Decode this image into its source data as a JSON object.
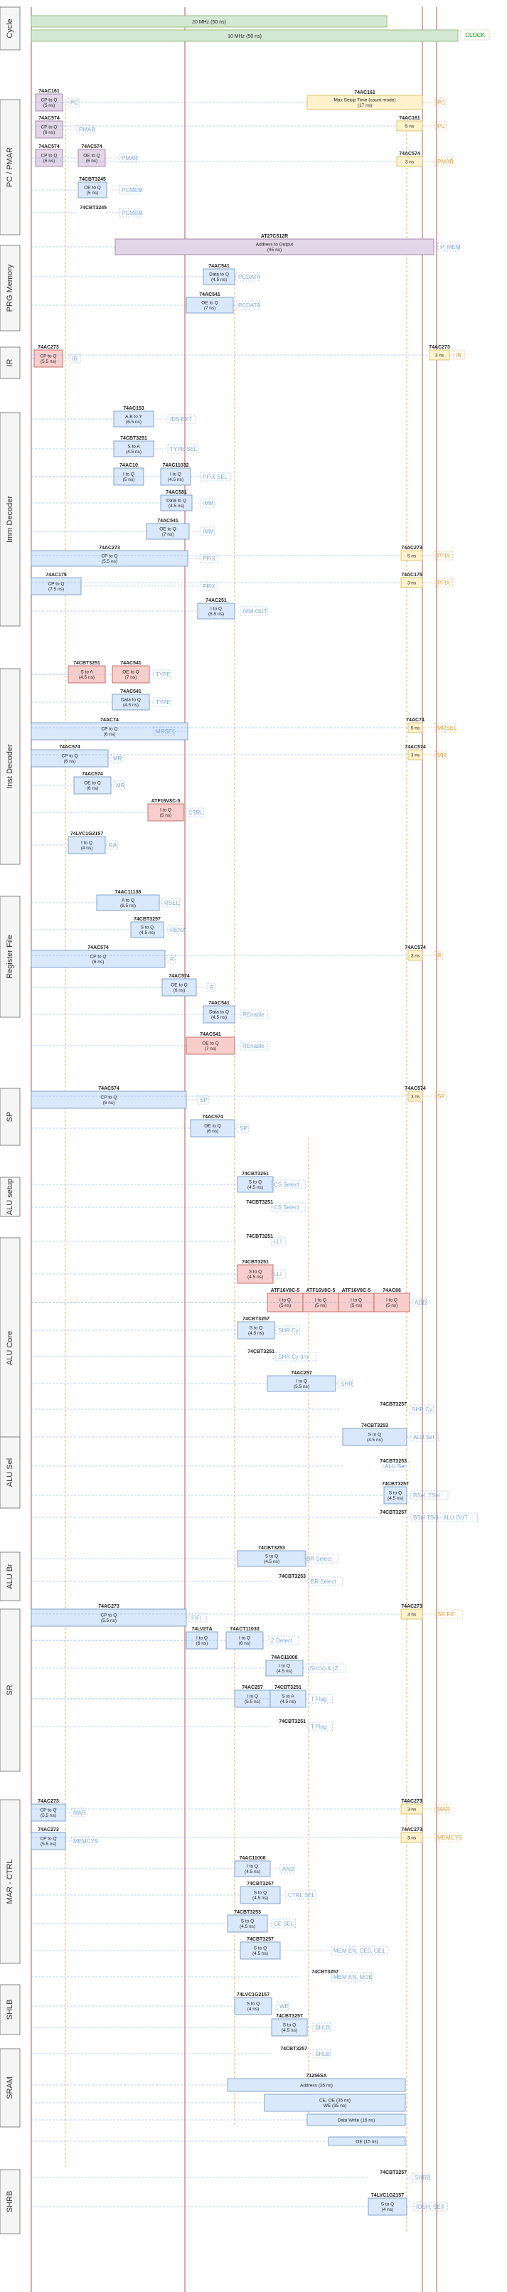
{
  "colors": {
    "clock_fill": "#d5e8d4",
    "clock_stroke": "#82b366",
    "blue_fill": "#dae8fc",
    "blue_stroke": "#6c8ebf",
    "orange_fill": "#fff2cc",
    "orange_stroke": "#d6b656",
    "red_fill": "#f8cecc",
    "red_stroke": "#b85450",
    "purple_fill": "#e1d5e7",
    "purple_stroke": "#9673a6",
    "red_line": "#b85450",
    "signal_blue": "#7ea6e0",
    "signal_orange": "#e0a030",
    "signal_green": "#009900"
  },
  "header": {
    "clk1": "20 MHz (50 ns)",
    "clk2": "10 MHz (50 ns)",
    "clock_label": "CLOCK"
  },
  "sections": [
    {
      "key": "cycle",
      "label": "Cycle"
    },
    {
      "key": "pc",
      "label": "PC / PMAR"
    },
    {
      "key": "prg",
      "label": "PRG Memory"
    },
    {
      "key": "ir",
      "label": "IR"
    },
    {
      "key": "imm",
      "label": "Imm Decoder"
    },
    {
      "key": "inst",
      "label": "Inst Decoder"
    },
    {
      "key": "reg",
      "label": "Register File"
    },
    {
      "key": "sp",
      "label": "SP"
    },
    {
      "key": "alu_setup",
      "label": "ALU setup"
    },
    {
      "key": "alu_core",
      "label": "ALU Core"
    },
    {
      "key": "alu_sel",
      "label": "ALU Sel"
    },
    {
      "key": "alu_br",
      "label": "ALU Br"
    },
    {
      "key": "sr",
      "label": "SR"
    },
    {
      "key": "mar",
      "label": "MAR - CTRL"
    },
    {
      "key": "shlb",
      "label": "SHLB"
    },
    {
      "key": "sram",
      "label": "SRAM"
    },
    {
      "key": "shrb",
      "label": "SHRB"
    }
  ],
  "blocks": [
    {
      "chip": "74AC161",
      "lines": [
        "CP to Q",
        "(5 ns)"
      ],
      "c": "purple",
      "sig": "PC",
      "sc": "blue"
    },
    {
      "chip": "74AC161",
      "lines": [
        "Max Setup Time (count mode)",
        "(17 ns)"
      ],
      "c": "orange",
      "sig": "PC",
      "sc": "orange"
    },
    {
      "chip": "74AC574",
      "lines": [
        "CP to Q",
        "(6 ns)"
      ],
      "c": "purple",
      "sig": "PMAR",
      "sc": "blue"
    },
    {
      "chip": "74AC161",
      "lines": [
        "5 ns"
      ],
      "c": "orange",
      "sig": "PC",
      "sc": "orange"
    },
    {
      "chip": "74AC574",
      "lines": [
        "CP to Q",
        "(6 ns)"
      ],
      "c": "purple"
    },
    {
      "chip": "74AC574",
      "lines": [
        "OE to Q",
        "(6 ns)"
      ],
      "c": "purple",
      "sig": "PMAR",
      "sc": "blue"
    },
    {
      "chip": "74AC574",
      "lines": [
        "3 ns"
      ],
      "c": "orange",
      "sig": "PMAR",
      "sc": "orange"
    },
    {
      "chip": "74CBT3245",
      "lines": [
        "OE to Q",
        "(5 ns)"
      ],
      "c": "blue",
      "sig": "PCMEM",
      "sc": "blue"
    },
    {
      "chip": "74CBT3245",
      "lines": [],
      "c": "none",
      "sig": "PCMEM",
      "sc": "blue"
    },
    {
      "chip": "AT27C512R",
      "lines": [
        "Address to Output",
        "(45 ns)"
      ],
      "c": "purple",
      "sig": "P_MEM",
      "sc": "blue"
    },
    {
      "chip": "74AC541",
      "lines": [
        "Data to Q",
        "(4.5 ns)"
      ],
      "c": "blue",
      "sig": "PCDATA",
      "sc": "blue"
    },
    {
      "chip": "74AC541",
      "lines": [
        "OE to Q",
        "(7 ns)"
      ],
      "c": "blue",
      "sig": "PCDATA",
      "sc": "blue"
    },
    {
      "chip": "74AC273",
      "lines": [
        "CP to Q",
        "(5.5 ns)"
      ],
      "c": "red",
      "sig": "IR",
      "sc": "blue"
    },
    {
      "chip": "74AC273",
      "lines": [
        "3 ns"
      ],
      "c": "orange",
      "sig": "IR",
      "sc": "orange"
    },
    {
      "chip": "74AC153",
      "lines": [
        "A,B to Y",
        "(6.5 ns)"
      ],
      "c": "blue",
      "sig": "IDS EXT",
      "sc": "blue"
    },
    {
      "chip": "74CBT3251",
      "lines": [
        "S to A",
        "(4.5 ns)"
      ],
      "c": "blue",
      "sig": "TYPE SEL",
      "sc": "blue"
    },
    {
      "chip": "74AC10",
      "lines": [
        "I to Q",
        "(5 ns)"
      ],
      "c": "blue"
    },
    {
      "chip": "74AC11032",
      "lines": [
        "I to Q",
        "(4.5 ns)"
      ],
      "c": "blue",
      "sig": "PFIX SEL",
      "sc": "blue"
    },
    {
      "chip": "74AC581",
      "lines": [
        "Data to Q",
        "(4.5 ns)"
      ],
      "c": "blue",
      "sig": "IMM",
      "sc": "blue"
    },
    {
      "chip": "74AC541",
      "lines": [
        "OE to Q",
        "(7 ns)"
      ],
      "c": "blue",
      "sig": "IMM",
      "sc": "blue"
    },
    {
      "chip": "74AC273",
      "lines": [
        "CP to Q",
        "(5.5 ns)"
      ],
      "c": "blue",
      "sig": "PFIX",
      "sc": "blue"
    },
    {
      "chip": "74AC273",
      "lines": [
        "5 ns"
      ],
      "c": "orange",
      "sig": "PFIX",
      "sc": "orange"
    },
    {
      "chip": "74AC175",
      "lines": [
        "CP to Q",
        "(7.5 ns)"
      ],
      "c": "blue",
      "sig": "PFIX",
      "sc": "blue"
    },
    {
      "chip": "74AC175",
      "lines": [
        "3 ns"
      ],
      "c": "orange",
      "sig": "PFIX",
      "sc": "orange"
    },
    {
      "chip": "74AC251",
      "lines": [
        "I to Q",
        "(5.5 ns)"
      ],
      "c": "blue",
      "sig": "IMM OUT",
      "sc": "blue"
    },
    {
      "chip": "74CBT3251",
      "lines": [
        "S to A",
        "(4.5 ns)"
      ],
      "c": "red"
    },
    {
      "chip": "74AC541",
      "lines": [
        "OE to Q",
        "(7 ns)"
      ],
      "c": "red",
      "sig": "TYPE",
      "sc": "blue"
    },
    {
      "chip": "74AC541",
      "lines": [
        "Data to Q",
        "(4.5 ns)"
      ],
      "c": "blue",
      "sig": "TYPE",
      "sc": "blue"
    },
    {
      "chip": "74AC74",
      "lines": [
        "CP to Q",
        "(6 ns)"
      ],
      "c": "blue",
      "sig": "MRSEL",
      "sc": "blue"
    },
    {
      "chip": "74AC74",
      "lines": [
        "5 ns"
      ],
      "c": "orange",
      "sig": "MRSEL",
      "sc": "orange"
    },
    {
      "chip": "74AC574",
      "lines": [
        "CP to Q",
        "(6 ns)"
      ],
      "c": "blue",
      "sig": "MR",
      "sc": "blue"
    },
    {
      "chip": "74AC574",
      "lines": [
        "3 ns"
      ],
      "c": "orange",
      "sig": "MR",
      "sc": "orange"
    },
    {
      "chip": "74AC574",
      "lines": [
        "OE to Q",
        "(6 ns)"
      ],
      "c": "blue",
      "sig": "MR",
      "sc": "blue"
    },
    {
      "chip": "ATF16V8C-5",
      "lines": [
        "I to Q",
        "(5 ns)"
      ],
      "c": "red",
      "sig": "CTRL",
      "sc": "blue"
    },
    {
      "chip": "74LVC1G2157",
      "lines": [
        "I to Q",
        "(4 ns)"
      ],
      "c": "blue",
      "sig": "RA",
      "sc": "blue"
    },
    {
      "chip": "74AC11138",
      "lines": [
        "A to Q",
        "(6.5 ns)"
      ],
      "c": "blue",
      "sig": "RSEL",
      "sc": "blue"
    },
    {
      "chip": "74CBT3257",
      "lines": [
        "S to Q",
        "(4.5 ns)"
      ],
      "c": "blue",
      "sig": "RENA",
      "sc": "blue"
    },
    {
      "chip": "74AC574",
      "lines": [
        "CP to Q",
        "(6 ns)"
      ],
      "c": "blue",
      "sig": "R",
      "sc": "blue"
    },
    {
      "chip": "74AC574",
      "lines": [
        "3 ns"
      ],
      "c": "orange",
      "sig": "R",
      "sc": "orange"
    },
    {
      "chip": "74AC574",
      "lines": [
        "OE to Q",
        "(6 ns)"
      ],
      "c": "blue",
      "sig": "R",
      "sc": "blue"
    },
    {
      "chip": "74AC541",
      "lines": [
        "Data to Q",
        "(4.5 ns)"
      ],
      "c": "blue",
      "sig": "REnable",
      "sc": "blue"
    },
    {
      "chip": "74AC541",
      "lines": [
        "OE to Q",
        "(7 ns)"
      ],
      "c": "red",
      "sig": "REnable",
      "sc": "blue"
    },
    {
      "chip": "74AC574",
      "lines": [
        "CP to Q",
        "(6 ns)"
      ],
      "c": "blue",
      "sig": "SP",
      "sc": "blue"
    },
    {
      "chip": "74AC574",
      "lines": [
        "3 ns"
      ],
      "c": "orange",
      "sig": "SP",
      "sc": "orange"
    },
    {
      "chip": "74AC574",
      "lines": [
        "OE to Q",
        "(6 ns)"
      ],
      "c": "blue",
      "sig": "SP",
      "sc": "blue"
    },
    {
      "chip": "74CBT3251",
      "lines": [
        "S to Q",
        "(4.5 ns)"
      ],
      "c": "blue",
      "sig": "CS Select",
      "sc": "blue"
    },
    {
      "chip": "74CBT3251",
      "lines": [],
      "c": "none",
      "sig": "CS Select",
      "sc": "blue"
    },
    {
      "chip": "74CBT3251",
      "lines": [],
      "c": "none",
      "sig": "LLI",
      "sc": "blue"
    },
    {
      "chip": "74CBT3251",
      "lines": [
        "S to Q",
        "(4.5 ns)"
      ],
      "c": "red",
      "sig": "LLI",
      "sc": "blue"
    },
    {
      "chip": "ATF16V8C-5",
      "lines": [
        "I to Q",
        "(5 ns)"
      ],
      "c": "red"
    },
    {
      "chip": "ATF16V8C-5",
      "lines": [
        "I to Q",
        "(5 ns)"
      ],
      "c": "red"
    },
    {
      "chip": "ATF16V8C-5",
      "lines": [
        "I to Q",
        "(5 ns)"
      ],
      "c": "red"
    },
    {
      "chip": "74AC86",
      "lines": [
        "I to Q",
        "(5 ns)"
      ],
      "c": "red",
      "sig": "ADD",
      "sc": "blue"
    },
    {
      "chip": "74CBT3257",
      "lines": [
        "S to Q",
        "(4.5 ns)"
      ],
      "c": "blue",
      "sig": "SHR Cy",
      "sc": "blue"
    },
    {
      "chip": "74CBT3251",
      "lines": [],
      "c": "none",
      "sig": "SHR Cy (in)",
      "sc": "blue"
    },
    {
      "chip": "74AC257",
      "lines": [
        "I to Q",
        "(5.5 ns)"
      ],
      "c": "blue",
      "sig": "SHR",
      "sc": "blue"
    },
    {
      "chip": "74CBT3257",
      "lines": [],
      "c": "none",
      "sig": "SHR Cy",
      "sc": "blue"
    },
    {
      "chip": "74CBT3253",
      "lines": [
        "S to Q",
        "(4.5 ns)"
      ],
      "c": "blue",
      "sig": "ALU Sel",
      "sc": "blue"
    },
    {
      "chip": "74CBT3253",
      "lines": [],
      "c": "none",
      "sig": "ALU Sel",
      "sc": "blue"
    },
    {
      "chip": "74CBT3257",
      "lines": [
        "S to Q",
        "(4.5 ns)"
      ],
      "c": "blue",
      "sig": "BSel, TSel",
      "sc": "blue"
    },
    {
      "chip": "74CBT3257",
      "lines": [],
      "c": "none",
      "sig": "BSel TSel - ALU OUT",
      "sc": "blue"
    },
    {
      "chip": "74CBT3253",
      "lines": [
        "S to Q",
        "(4.5 ns)"
      ],
      "c": "blue",
      "sig": "BR Select",
      "sc": "blue"
    },
    {
      "chip": "74CBT3253",
      "lines": [],
      "c": "none",
      "sig": "BR Select",
      "sc": "blue"
    },
    {
      "chip": "74AC273",
      "lines": [
        "CP to Q",
        "(5.5 ns)"
      ],
      "c": "blue",
      "sig": "FIFI",
      "sc": "blue"
    },
    {
      "chip": "74AC273",
      "lines": [
        "3 ns"
      ],
      "c": "orange",
      "sig": "SR Fifi",
      "sc": "orange"
    },
    {
      "chip": "74LV27A",
      "lines": [
        "I to Q",
        "(6 ns)"
      ],
      "c": "blue"
    },
    {
      "chip": "74ACT11030",
      "lines": [
        "I to Q",
        "(6 ns)"
      ],
      "c": "blue",
      "sig": "Z Detect",
      "sc": "blue"
    },
    {
      "chip": "74AC11008",
      "lines": [
        "I to Q",
        "(4.5 ns)"
      ],
      "c": "blue",
      "sig": "(Sh=V) & (Z",
      "sc": "blue"
    },
    {
      "chip": "74AC257",
      "lines": [
        "I to Q",
        "(5.5 ns)"
      ],
      "c": "blue"
    },
    {
      "chip": "74CBT3251",
      "lines": [
        "S to A",
        "(4.5 ns)"
      ],
      "c": "blue",
      "sig": "T Flag",
      "sc": "blue"
    },
    {
      "chip": "74CBT3251",
      "lines": [],
      "c": "none",
      "sig": "T Flag",
      "sc": "blue"
    },
    {
      "chip": "74AC273",
      "lines": [
        "CP to Q",
        "(5.5 ns)"
      ],
      "c": "blue",
      "sig": "MAR",
      "sc": "blue"
    },
    {
      "chip": "74AC273",
      "lines": [
        "3 ns"
      ],
      "c": "orange",
      "sig": "MAR",
      "sc": "orange"
    },
    {
      "chip": "74AC273",
      "lines": [
        "CP to Q",
        "(5.5 ns)"
      ],
      "c": "blue",
      "sig": "MEMCYS",
      "sc": "blue"
    },
    {
      "chip": "74AC273",
      "lines": [
        "3 ns"
      ],
      "c": "orange",
      "sig": "MEMCYS",
      "sc": "orange"
    },
    {
      "chip": "74AC11008",
      "lines": [
        "I to Q",
        "(4.5 ns)"
      ],
      "c": "blue",
      "sig": "AND",
      "sc": "blue"
    },
    {
      "chip": "74CBT3257",
      "lines": [
        "S to Q",
        "(4.5 ns)"
      ],
      "c": "blue",
      "sig": "CTRL SEL",
      "sc": "blue"
    },
    {
      "chip": "74CBT3253",
      "lines": [
        "S to Q",
        "(4.5 ns)"
      ],
      "c": "blue",
      "sig": "CE SEL",
      "sc": "blue"
    },
    {
      "chip": "74CBT3257",
      "lines": [
        "S to Q",
        "(4.5 ns)"
      ],
      "c": "blue",
      "sig": "MEM EN, OE0, CE1",
      "sc": "blue"
    },
    {
      "chip": "74CBT3257",
      "lines": [],
      "c": "none",
      "sig": "MEM EN, MOE",
      "sc": "blue"
    },
    {
      "chip": "74LVC1G2157",
      "lines": [
        "S to Q",
        "(4 ns)"
      ],
      "c": "blue",
      "sig": "WE",
      "sc": "blue"
    },
    {
      "chip": "74CBT3257",
      "lines": [
        "S to Q",
        "(4.5 ns)"
      ],
      "c": "blue",
      "sig": "SHLB",
      "sc": "blue"
    },
    {
      "chip": "74CBT3257",
      "lines": [],
      "c": "none",
      "sig": "SHLB",
      "sc": "blue"
    },
    {
      "chip": "71256SA",
      "lines": [
        "Address (35 ns)"
      ],
      "c": "blue"
    },
    {
      "chip": "",
      "lines": [
        "CE, OE (35 ns)",
        "WE (35 ns)"
      ],
      "c": "blue"
    },
    {
      "chip": "",
      "lines": [
        "Data Write (15 ns)"
      ],
      "c": "blue"
    },
    {
      "chip": "",
      "lines": [
        "OE (15 ns)"
      ],
      "c": "blue"
    },
    {
      "chip": "74CBT3257",
      "lines": [],
      "c": "none",
      "sig": "SHRB",
      "sc": "blue"
    },
    {
      "chip": "74LVC1G2157",
      "lines": [
        "S to Q",
        "(4 ns)"
      ],
      "c": "blue",
      "sig": "IOSH, SEX",
      "sc": "blue"
    }
  ]
}
